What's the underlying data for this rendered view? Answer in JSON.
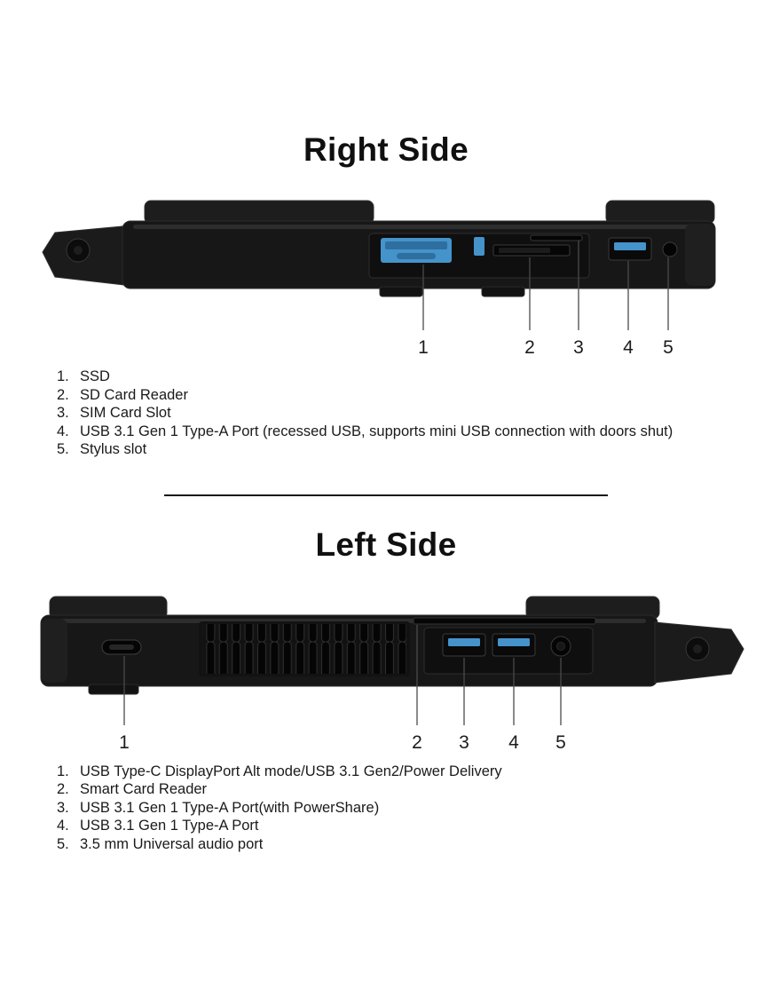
{
  "colors": {
    "usb_blue": "#4593cb",
    "body_dark": "#171717",
    "text": "#1a1a1a"
  },
  "right_side": {
    "title": "Right Side",
    "callouts": [
      "1",
      "2",
      "3",
      "4",
      "5"
    ],
    "legend": [
      {
        "num": "1.",
        "label": "SSD"
      },
      {
        "num": "2.",
        "label": "SD Card Reader"
      },
      {
        "num": "3.",
        "label": "SIM Card Slot"
      },
      {
        "num": "4.",
        "label": "USB 3.1 Gen 1 Type-A Port (recessed USB, supports mini USB connection with doors shut)"
      },
      {
        "num": "5.",
        "label": "Stylus slot"
      }
    ]
  },
  "left_side": {
    "title": "Left Side",
    "callouts": [
      "1",
      "2",
      "3",
      "4",
      "5"
    ],
    "legend": [
      {
        "num": "1.",
        "label": "USB Type-C DisplayPort Alt mode/USB 3.1 Gen2/Power Delivery"
      },
      {
        "num": "2.",
        "label": "Smart Card Reader"
      },
      {
        "num": "3.",
        "label": "USB 3.1 Gen 1 Type-A Port(with PowerShare)"
      },
      {
        "num": "4.",
        "label": "USB 3.1 Gen 1 Type-A Port"
      },
      {
        "num": "5.",
        "label": "3.5 mm Universal audio port"
      }
    ]
  }
}
